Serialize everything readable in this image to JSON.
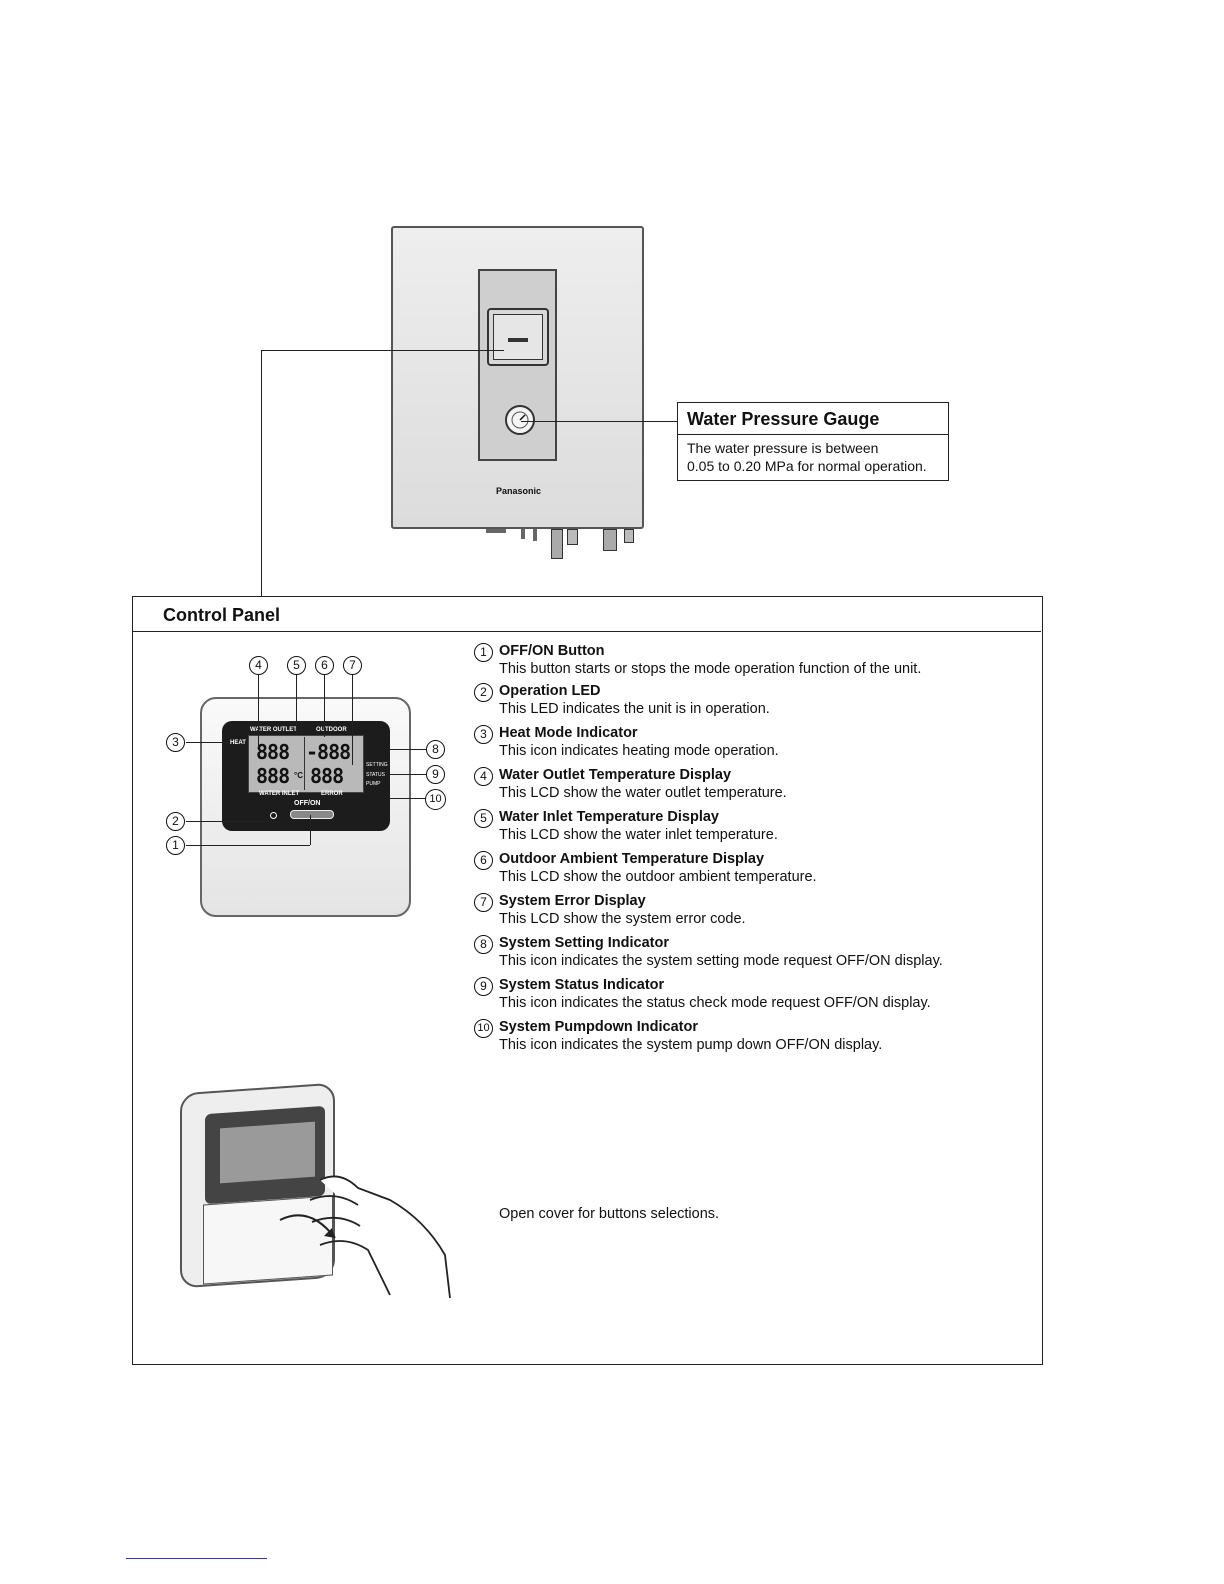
{
  "unit": {
    "brand": "Panasonic"
  },
  "gauge_callout": {
    "title": "Water Pressure Gauge",
    "line1": "The water pressure is between",
    "line2": "0.05 to 0.20 MPa for normal operation."
  },
  "control_panel": {
    "title": "Control Panel",
    "items": [
      {
        "num": "1",
        "title": "OFF/ON Button",
        "desc": "This button starts or stops the mode operation function of the unit."
      },
      {
        "num": "2",
        "title": "Operation LED",
        "desc": "This LED indicates the unit is in operation."
      },
      {
        "num": "3",
        "title": "Heat Mode Indicator",
        "desc": "This icon indicates heating mode operation."
      },
      {
        "num": "4",
        "title": "Water Outlet Temperature Display",
        "desc": "This LCD show the water outlet temperature."
      },
      {
        "num": "5",
        "title": "Water Inlet Temperature Display",
        "desc": "This LCD show the water inlet temperature."
      },
      {
        "num": "6",
        "title": "Outdoor Ambient Temperature Display",
        "desc": "This LCD show the outdoor ambient temperature."
      },
      {
        "num": "7",
        "title": "System Error Display",
        "desc": "This LCD show the system error code."
      },
      {
        "num": "8",
        "title": "System Setting Indicator",
        "desc": "This icon indicates the system setting mode request OFF/ON display."
      },
      {
        "num": "9",
        "title": "System Status Indicator",
        "desc": "This icon indicates the status check mode request OFF/ON display."
      },
      {
        "num": "10",
        "title": "System Pumpdown Indicator",
        "desc": "This icon indicates the system pump down OFF/ON display."
      }
    ],
    "lcd": {
      "heat": "HEAT",
      "water_outlet": "WATER OUTLET",
      "outdoor": "OUTDOOR",
      "water_inlet": "WATER INLET",
      "error": "ERROR",
      "offon": "OFF/ON",
      "setting": "SETTING",
      "status": "STATUS",
      "pump": "PUMP",
      "seg_outlet": "888",
      "seg_outdoor": "-888",
      "seg_inlet": "888",
      "seg_error": "888",
      "unit_c": "°C"
    },
    "caption": "Open cover for buttons selections."
  }
}
